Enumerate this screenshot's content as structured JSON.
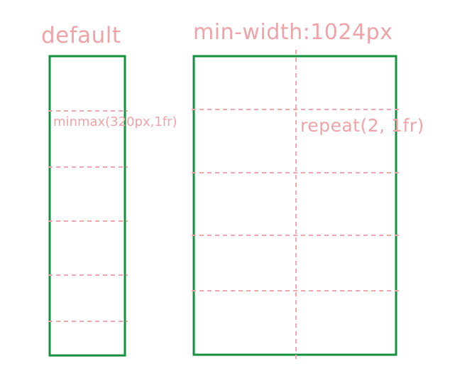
{
  "labels": {
    "default_heading": "default",
    "breakpoint_heading": "min-width:1024px",
    "single_column_note": "minmax(320px,1fr)",
    "two_column_note": "repeat(2, 1fr)"
  },
  "colors": {
    "frame": "#13913f",
    "guide": "#f3a6aa",
    "text": "#f0a3a7"
  }
}
